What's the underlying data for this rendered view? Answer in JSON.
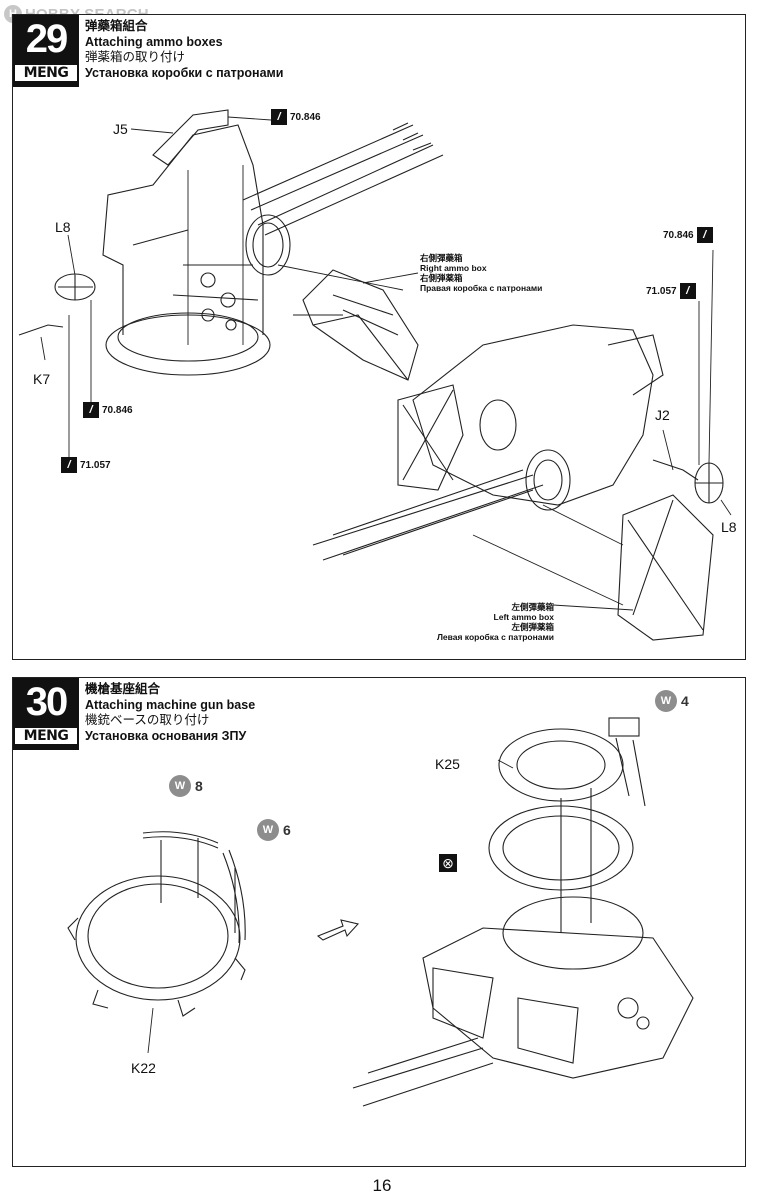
{
  "watermark": {
    "logo": "H",
    "text": "HOBBY SEARCH"
  },
  "steps": [
    {
      "number": "29",
      "brand": "MENG",
      "title_zh": "弹藥箱組合",
      "title_en": "Attaching ammo boxes",
      "title_ja": "弾薬箱の取り付け",
      "title_ru": "Установка коробки с патронами",
      "part_labels": {
        "j5": "J5",
        "l8_left": "L8",
        "k7": "K7",
        "j2": "J2",
        "l8_right": "L8"
      },
      "paint_refs": [
        "70.846",
        "70.846",
        "71.057",
        "70.846",
        "71.057"
      ],
      "right_ammo_box": {
        "zh": "右側彈藥箱",
        "en": "Right ammo box",
        "ja": "右側弾薬箱",
        "ru": "Правая коробка с патронами"
      },
      "left_ammo_box": {
        "zh": "左側彈藥箱",
        "en": "Left ammo box",
        "ja": "左側弾薬箱",
        "ru": "Левая коробка с патронами"
      }
    },
    {
      "number": "30",
      "brand": "MENG",
      "title_zh": "機槍基座組合",
      "title_en": "Attaching machine gun base",
      "title_ja": "機銃ベースの取り付け",
      "title_ru": "Установка основания ЗПУ",
      "part_labels": {
        "k25": "K25",
        "k22": "K22"
      },
      "decals": [
        {
          "letter": "W",
          "number": "4"
        },
        {
          "letter": "W",
          "number": "8"
        },
        {
          "letter": "W",
          "number": "6"
        }
      ],
      "glue_icon": "no-glue-icon"
    }
  ],
  "page_number": "16",
  "colors": {
    "ink": "#111111",
    "badge": "#111111",
    "decal": "#8d8d8d",
    "watermark": "#c4c4c4"
  }
}
